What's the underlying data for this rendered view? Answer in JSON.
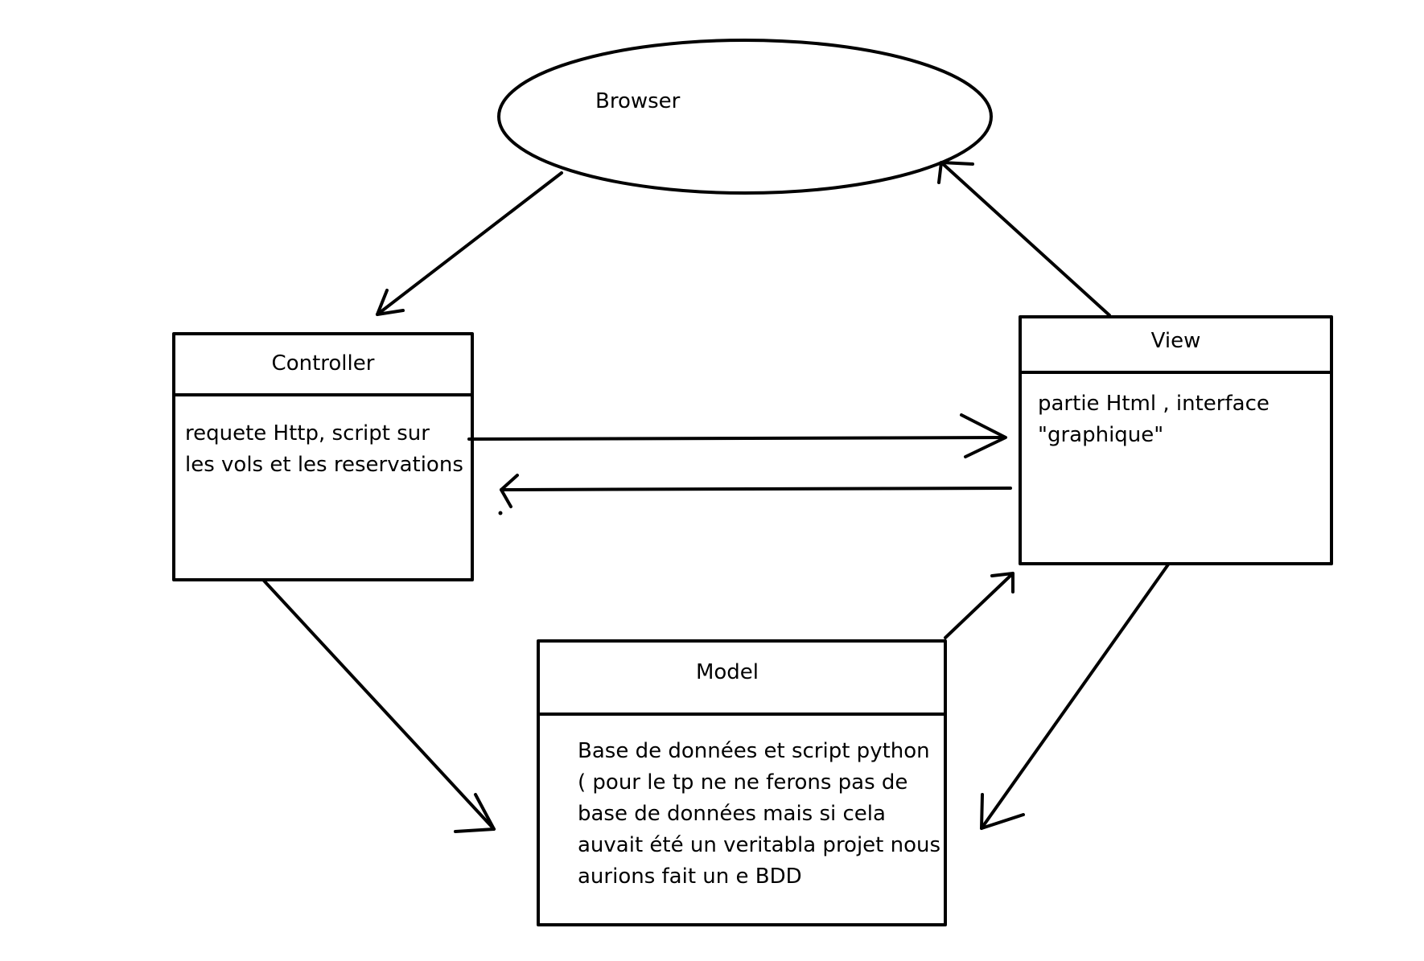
{
  "nodes": {
    "browser": {
      "label": "Browser"
    },
    "controller": {
      "title": "Controller",
      "body_lines": [
        "requete Http, script sur",
        "les vols et les reservations"
      ]
    },
    "view": {
      "title": "View",
      "body_lines": [
        "partie Html , interface",
        "\"graphique\""
      ]
    },
    "model": {
      "title": "Model",
      "body_lines": [
        "Base de données et script python",
        "( pour le tp ne ne ferons pas de",
        "base de données mais si cela",
        "auvait été un veritabla projet nous",
        "aurions fait un e BDD"
      ]
    }
  },
  "edges": [
    {
      "from": "browser",
      "to": "controller"
    },
    {
      "from": "controller",
      "to": "view"
    },
    {
      "from": "view",
      "to": "controller"
    },
    {
      "from": "view",
      "to": "browser"
    },
    {
      "from": "controller",
      "to": "model"
    },
    {
      "from": "model",
      "to": "view"
    },
    {
      "from": "view",
      "to": "model"
    }
  ],
  "colors": {
    "stroke": "#000000",
    "background": "#ffffff"
  }
}
